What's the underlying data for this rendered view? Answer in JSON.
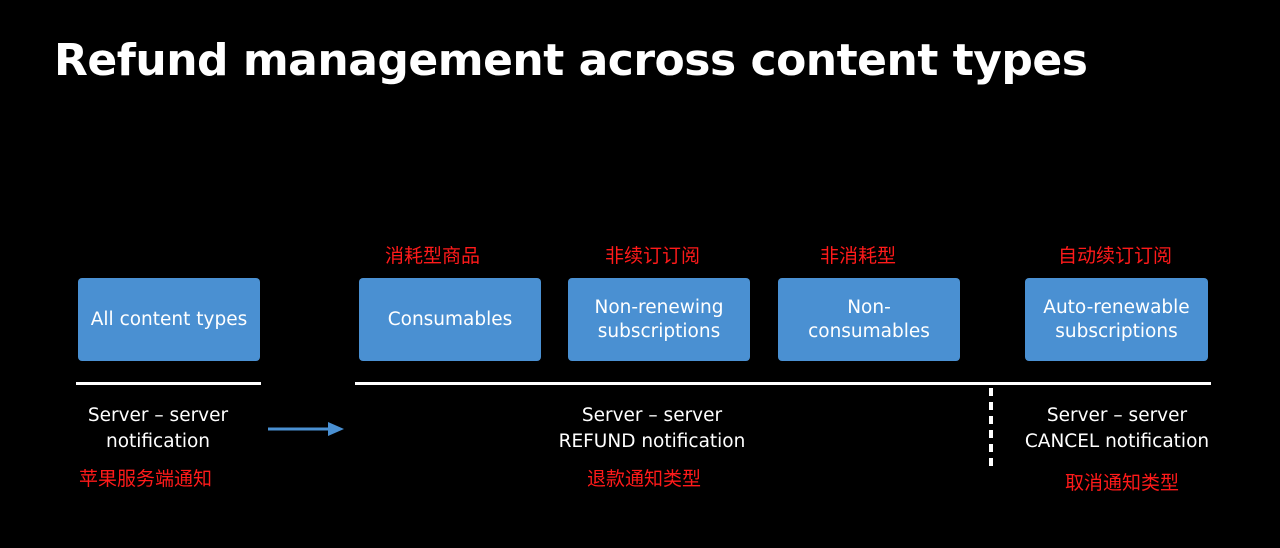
{
  "title": "Refund management across content types",
  "boxes": {
    "all": "All content types",
    "consumables": "Consumables",
    "non_renewing": "Non-renewing\nsubscriptions",
    "non_consumables": "Non-\nconsumables",
    "auto_renewable": "Auto-renewable\nsubscriptions"
  },
  "annotations_cn": {
    "consumables": "消耗型商品",
    "non_renewing": "非续订订阅",
    "non_consumables": "非消耗型",
    "auto_renewable": "自动续订订阅",
    "server_notification": "苹果服务端通知",
    "refund_type": "退款通知类型",
    "cancel_type": "取消通知类型"
  },
  "notes": {
    "server_notification": "Server – server\nnotification",
    "refund_notification": "Server – server\nREFUND notification",
    "cancel_notification": "Server – server\nCANCEL notification"
  },
  "colors": {
    "background": "#000000",
    "box": "#4a90d2",
    "annotation": "#ff1a1a",
    "arrow": "#4a90d2"
  }
}
